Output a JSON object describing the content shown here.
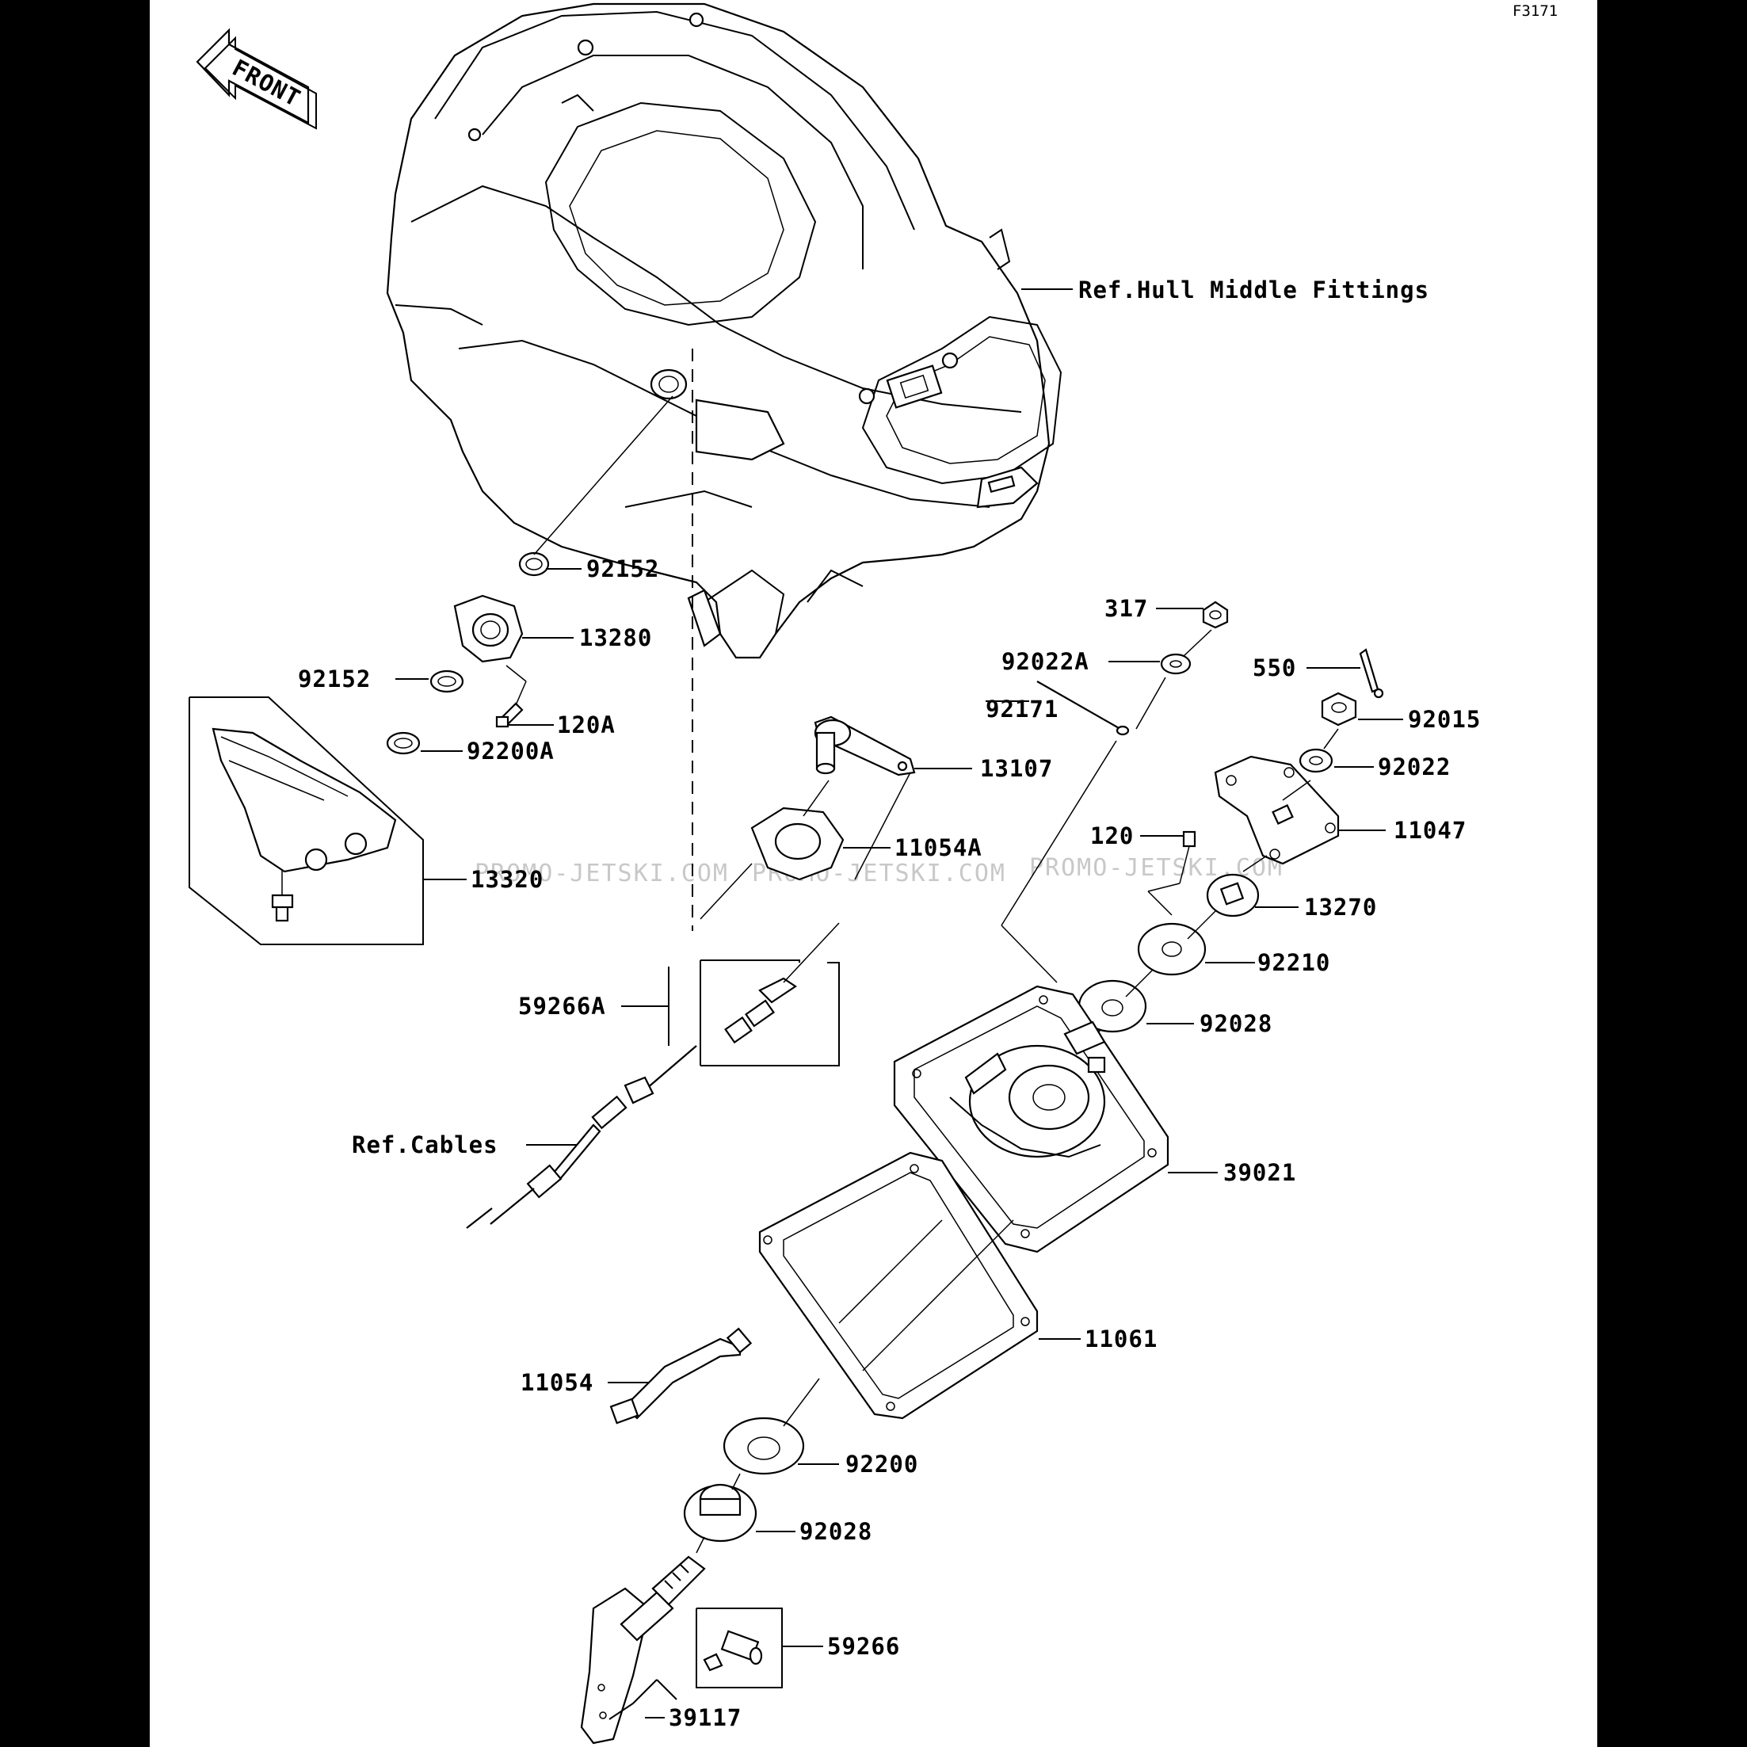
{
  "figure_code": "F3171",
  "front_arrow_label": "FRONT",
  "watermark": "PROMO-JETSKI.COM",
  "callouts": {
    "c92152a": "92152",
    "c13280": "13280",
    "c92152b": "92152",
    "c120A": "120A",
    "c92200A": "92200A",
    "c13320": "13320",
    "c13107": "13107",
    "c11054A": "11054A",
    "c59266A": "59266A",
    "cRefCables": "Ref.Cables",
    "cRefHull": "Ref.Hull Middle Fittings",
    "c317": "317",
    "c92022A": "92022A",
    "c92171": "92171",
    "c550": "550",
    "c92015": "92015",
    "c92022": "92022",
    "c120": "120",
    "c11047": "11047",
    "c13270": "13270",
    "c92210": "92210",
    "c92028a": "92028",
    "c39021": "39021",
    "c11061": "11061",
    "c11054": "11054",
    "c92200": "92200",
    "c92028b": "92028",
    "c59266": "59266",
    "c39117": "39117"
  }
}
